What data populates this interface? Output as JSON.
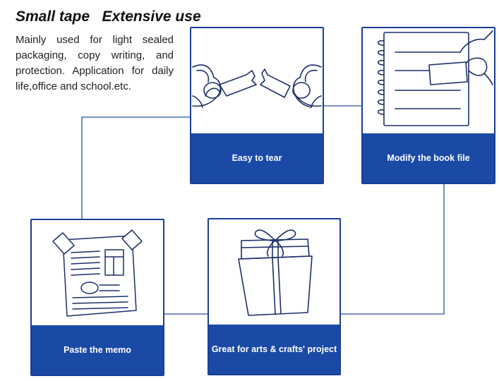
{
  "header": {
    "title": "Small tape   Extensive use",
    "description": "Mainly used for light sealed packaging, copy writing, and protection. Application for daily life,office and school.etc."
  },
  "cards": [
    {
      "label": "Easy to tear",
      "icon": "tearing-tape-hands-icon"
    },
    {
      "label": "Modify the book file",
      "icon": "notebook-tape-icon"
    },
    {
      "label": "Paste the memo",
      "icon": "memo-document-icon"
    },
    {
      "label": "Great for arts & crafts' project",
      "icon": "gift-box-icon"
    }
  ],
  "colors": {
    "accent": "#1a4aa6",
    "border": "#1a3f96",
    "line": "#2a52a8"
  }
}
